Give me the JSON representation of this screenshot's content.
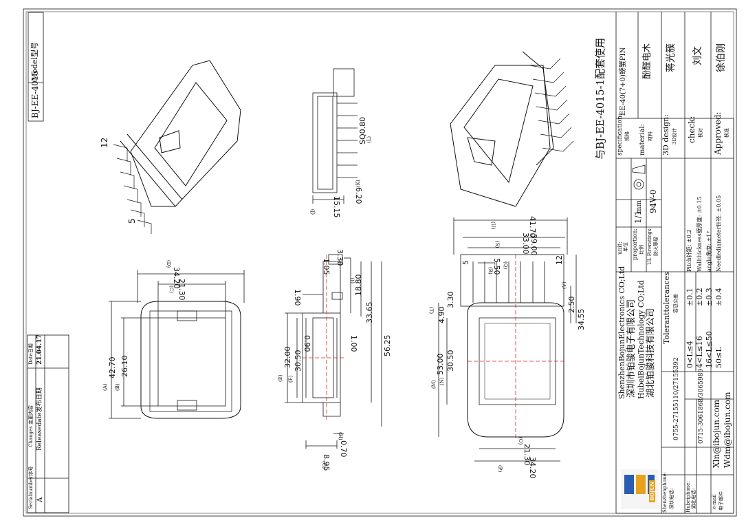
{
  "model_box": {
    "label": "Model型号",
    "value": "BJ-EE-4015"
  },
  "changes_table": {
    "header_serial": "Serialnumber序号",
    "header_changes": "Changes 变更内容",
    "header_date": "Date日期",
    "row_serial": "A",
    "row_changes": "Releasedate发布日期",
    "row_date": "21.04.17"
  },
  "note": "与BJ-EE-4015-1配套使用",
  "pin_labels": {
    "top": "12",
    "bottom": "5"
  },
  "dims_view1": {
    "d_outer": "34.20",
    "d_outer_tag": "(D)",
    "c_inner": "21.30",
    "c_inner_tag": "(C)",
    "a_height": "42.70",
    "a_tag": "(A)",
    "b_inner": "26.10",
    "b_tag": "(B)"
  },
  "dims_view2": {
    "e_height": "32.00",
    "e_tag": "(E)",
    "f_inner": "30.50",
    "f_tag": "(F)",
    "g_width": "8.95",
    "g_tag": "(G)",
    "h_wall": "0.70",
    "h_tag": "(H)",
    "gap_090": "0.90",
    "gap_100": "1.00",
    "top_330": "3.30",
    "top_105": "1.05",
    "i_1880": "18.80",
    "i_tag": "(I)",
    "d_1_90": "1.90",
    "d_3365": "33.65",
    "d_5625": "56.25"
  },
  "dims_view3": {
    "j_1515": "15.15",
    "j_tag": "(J)",
    "k_620": "6.20",
    "k_tag": "(K)",
    "l_sq": "SQ0.80",
    "l_tag": "(L)"
  },
  "dims_view4": {
    "m_5300": "53.00",
    "m_tag": "(M)",
    "n_3050": "30.50",
    "n_tag": "(N)",
    "o_2130": "21.30",
    "o_tag": "(O)",
    "p_3420": "34.20",
    "p_tag": "(P)",
    "q_550": "5.50",
    "q_tag": "(Q)",
    "r_tag": "(R)",
    "s_3300": "33.00",
    "s_tag": "(S)",
    "t_tag": "(T)",
    "u_3900": "39.00",
    "u_4170": "41.70",
    "u_tag": "(U)",
    "v_250": "2.50",
    "v_tag": "(V)",
    "w_3455": "34.55",
    "x_490": "4.90",
    "x_330": "3.30",
    "pin5": "5",
    "pin12": "12"
  },
  "title_block": {
    "unit_label": "unit:",
    "unit_cn": "单位",
    "unit_value": "mm",
    "proportion_label": "proportion:",
    "proportion_cn": "比例",
    "proportion_value": "1/1",
    "fire_label": "UL Fireratings",
    "fire_cn": "防火等级",
    "fire_value": "94V-0",
    "spec_label": "specification:",
    "spec_cn": "规格",
    "spec_value": "EE-40(7+0)螃蟹PIN",
    "material_label": "material:",
    "material_cn": "材料",
    "material_value": "酚醛电木",
    "design_label": "3D design:",
    "design_cn": "3D设计",
    "design_value": "蒋光簇",
    "check_label": "check:",
    "check_cn": "核对",
    "check_value": "刘文",
    "approved_label": "Approved:",
    "approved_cn": "核准",
    "approved_value": "徐伯刚",
    "company1_en": "ShenzhenBojunElectronics CO;Ltd",
    "company1_cn": "深圳市铂骏电子有限公司",
    "company2_en": "HubeiBojunTechnology CO;Ltd",
    "company2_cn": "湖北铂骏科技有限公司",
    "tol_title": "Toleranttolerances",
    "tol_cn": "容忍公差",
    "tol_rows": [
      {
        "range": "0<L≤4",
        "tol": "±0.1"
      },
      {
        "range": "4<L≤16",
        "tol": "±0.2"
      },
      {
        "range": "16<L≤50",
        "tol": "±0.3"
      },
      {
        "range": "50≤L",
        "tol": "±0.4"
      }
    ],
    "pitch_tol": "Pitch针距: ±0.2",
    "wall_tol": "Wallthickness壁厚度: ±0.15",
    "angle_tol": "angle角度: ±1°",
    "needle_tol": "Needlediameter针径: ±0.05",
    "sz_phone_label": "Shenzhenphone:",
    "sz_phone_cn": "深圳电话:",
    "sz_phone": "0755-27155110/27155392",
    "hb_phone_label": "Hubeiphone:",
    "hb_phone_cn": "湖北电话:",
    "hb_phone": "0715-3061868/3065989",
    "email_label": "e-mail",
    "email_cn": "电子邮件",
    "email1": "Xln@ibojun.com",
    "email2": "Wdm@ibojun.com",
    "logo_text": "BOJUN"
  }
}
